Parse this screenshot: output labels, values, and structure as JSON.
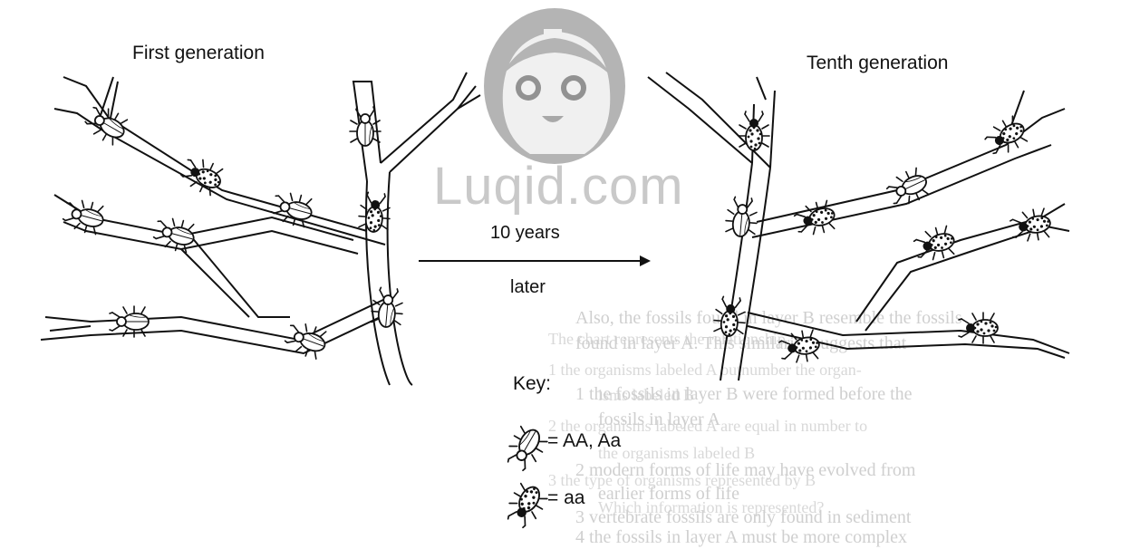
{
  "labels": {
    "first_generation": "First generation",
    "tenth_generation": "Tenth generation",
    "arrow_top": "10 years",
    "arrow_bottom": "later"
  },
  "key": {
    "title": "Key:",
    "light_beetle_label": "= AA, Aa",
    "dark_beetle_label": "= aa"
  },
  "watermark": "Luqid.com",
  "background_text": [
    "Also, the fossils found in layer B resemble the fossils",
    "found in layer A. This similarity suggests that",
    "1 the fossils in layer B were formed before the",
    "fossils in layer A",
    "2 modern forms of life may have evolved from",
    "earlier forms of life",
    "3 vertebrate fossils are only found in sediment",
    "4 the fossils in layer A must be more complex",
    "The chart represents the relationship...",
    "1 the organisms labeled A outnumber the organ-",
    "isms labeled B",
    "2 the organisms labeled A are equal in number to",
    "the organisms labeled B",
    "3 the type of organisms represented by B",
    "Which information is represented?"
  ],
  "colors": {
    "ink": "#111111",
    "ghost": "#cfcfcf",
    "watermark": "#c9c9c9"
  }
}
